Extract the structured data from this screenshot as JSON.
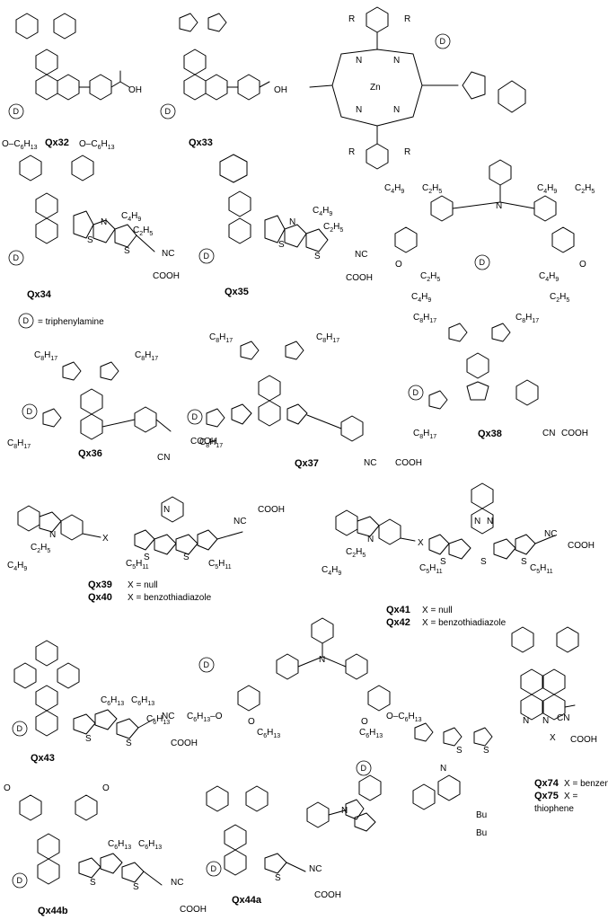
{
  "labels": {
    "qx32": "Qx32",
    "qx33": "Qx33",
    "qx34": "Qx34",
    "qx35": "Qx35",
    "qx36": "Qx36",
    "qx37": "Qx37",
    "qx38": "Qx38",
    "qx39": "Qx39",
    "qx40": "Qx40",
    "qx41": "Qx41",
    "qx42": "Qx42",
    "qx43": "Qx43",
    "qx44a": "Qx44a",
    "qx44b": "Qx44b",
    "qx74": "Qx74",
    "qx75": "Qx75"
  },
  "defs": {
    "d_symbol": "D",
    "d_definition": "= triphenylamine",
    "x_null": "X = null",
    "x_btd": "X = benzothiadiazole",
    "x_benzene": "X = benzene",
    "x_thiophene_1": "X =",
    "x_thiophene_2": "thiophene"
  },
  "atoms": {
    "N": "N",
    "S": "S",
    "Zn": "Zn",
    "R": "R",
    "X": "X",
    "O": "O",
    "OH": "OH",
    "NC": "NC",
    "CN": "CN",
    "COOH": "COOH",
    "Bu": "Bu",
    "C4H9": "C4H9",
    "C2H5": "C2H5",
    "C8H17": "C8H17",
    "C5H11": "C5H11",
    "C6H13": "C6H13",
    "OC6H13": "O–C6H13"
  }
}
